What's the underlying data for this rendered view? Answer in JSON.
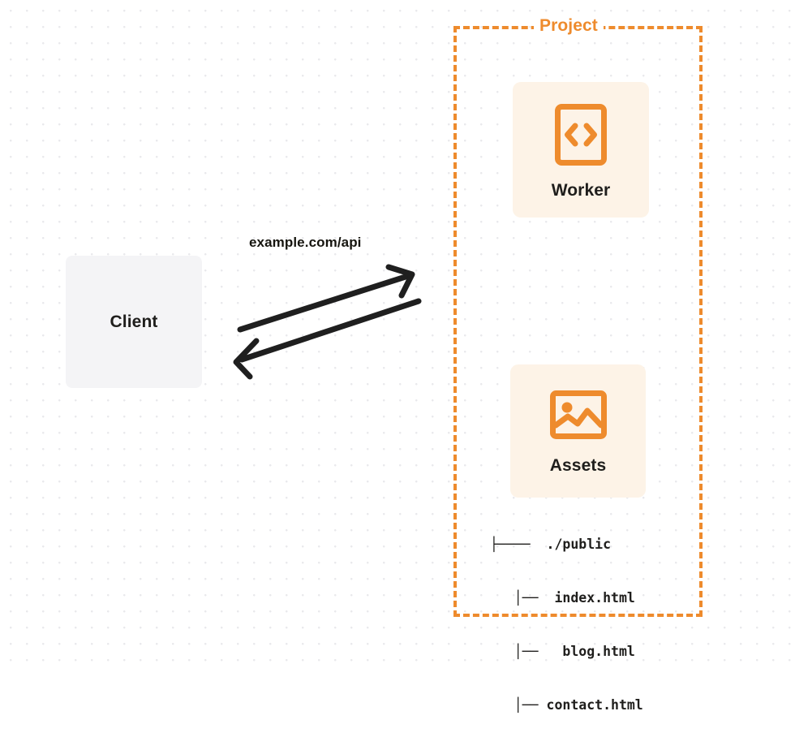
{
  "diagram": {
    "type": "architecture-flow",
    "background": "dot-grid",
    "colors": {
      "accent_orange": "#ee8b2d",
      "card_background": "#fdf3e7",
      "client_background": "#f4f4f6",
      "text_dark": "#1f1e1c",
      "arrow": "#1f1f1f",
      "dot_grid": "#e9e9ec",
      "page_background": "#ffffff"
    },
    "client": {
      "label": "Client"
    },
    "connection": {
      "label": "example.com/api",
      "direction": "bidirectional",
      "request_arrow": "client-to-project",
      "response_arrow": "project-to-client"
    },
    "project": {
      "title": "Project",
      "border_style": "dashed",
      "nodes": [
        {
          "id": "worker",
          "label": "Worker",
          "icon": "code-brackets-icon"
        },
        {
          "id": "assets",
          "label": "Assets",
          "icon": "image-icon"
        }
      ],
      "file_tree": {
        "root": "./public",
        "root_prefix": "├────",
        "children": [
          {
            "prefix": "│──",
            "name": "index.html"
          },
          {
            "prefix": "│──",
            "name": "blog.html"
          },
          {
            "prefix": "│──",
            "name": "contact.html"
          }
        ],
        "rows": [
          "├────  ./public",
          "   │──  index.html",
          "   │──   blog.html",
          "   │── contact.html"
        ]
      }
    }
  }
}
